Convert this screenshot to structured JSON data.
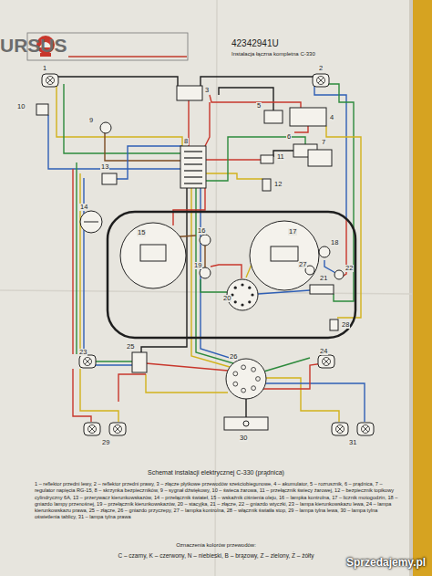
{
  "diagram": {
    "caption": "Schemat instalacji elektrycznej C-330 (prądnica)",
    "labels": [
      "URSUS",
      "42342941U",
      "Instalacja łączna kompletna C-330",
      "1",
      "2",
      "3",
      "4",
      "5",
      "6",
      "7",
      "8",
      "9",
      "10",
      "11",
      "12",
      "13",
      "14",
      "15",
      "16",
      "17",
      "18",
      "19",
      "20",
      "21",
      "22",
      "23",
      "24",
      "25",
      "26",
      "27",
      "28",
      "29",
      "30",
      "31",
      "1 – reflektor przedni lewy, 2 – reflektor przedni prawy, 3 – złącze płytkowe przewodów sześciobiegunowe, 4 – akumulator, 5 – rozrusznik, 6 – prądnica, 7 – regulator napięcia RG-15, 8 – skrzynka bezpieczników, 9 – sygnał dźwiękowy, 10 – świeca żarowa, 11 – przełącznik świecy żarowej, 12 – bezpiecznik topikowy cylindryczny 6A, 13 – przerywacz kierunkowskazów, 14 – przełącznik świateł, 15 – wskaźnik ciśnienia oleju, 16 – lampka kontrolna, 17 – licznik motogodzin, 18 – gniazdo lampy przenośnej, 19 – przełącznik kierunkowskazów, 20 – stacyjka, 21 – złącze, 22 – gniazdo wtyczki, 23 – lampa kierunkowskazu lewa, 24 – lampa kierunkowskazu prawa, 25 – złącze, 26 – gniazdo przyczepy, 27 – lampka kontrolna, 28 – włącznik światła stop, 29 – lampa tylna lewa, 30 – lampa tylna oświetlenia tablicy, 31 – lampa tylna prawa",
      "Oznaczenia kolorów przewodów:",
      "C – czarny, K – czerwony, N – niebieski, B – brązowy, Z – zielony, Ż – żółty",
      "Sprzedajemy.pl"
    ]
  }
}
